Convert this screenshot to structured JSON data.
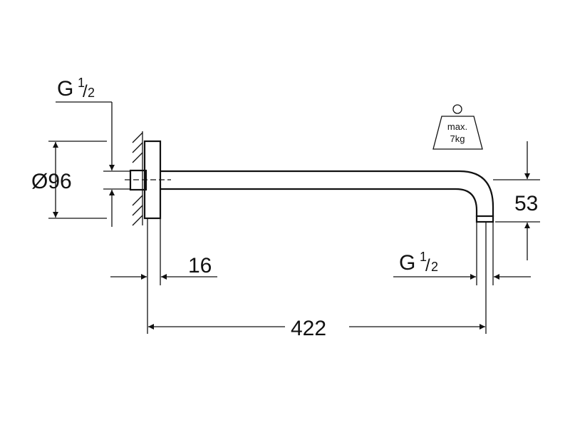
{
  "drawing": {
    "top_thread_label": {
      "main": "G",
      "num": "1",
      "den": "2"
    },
    "diameter_label": "Ø96",
    "flange_depth_label": "16",
    "length_label": "422",
    "outlet_thread_label": {
      "main": "G",
      "num": "1",
      "den": "2"
    },
    "drop_height_label": "53",
    "max_load": {
      "line1": "max.",
      "line2": "7kg"
    }
  },
  "colors": {
    "line": "#111111",
    "background": "#ffffff"
  }
}
